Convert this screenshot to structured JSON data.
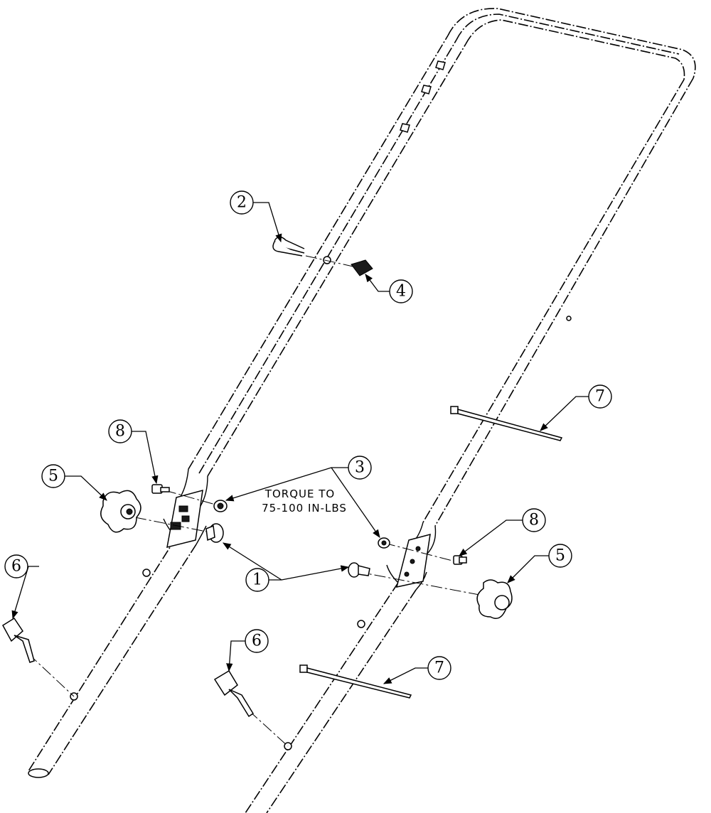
{
  "callouts": {
    "c1": "1",
    "c2": "2",
    "c3": "3",
    "c4": "4",
    "c5": "5",
    "c6": "6",
    "c7": "7",
    "c8": "8"
  },
  "note": {
    "line1": "TORQUE TO",
    "line2": "75-100 IN-LBS"
  }
}
